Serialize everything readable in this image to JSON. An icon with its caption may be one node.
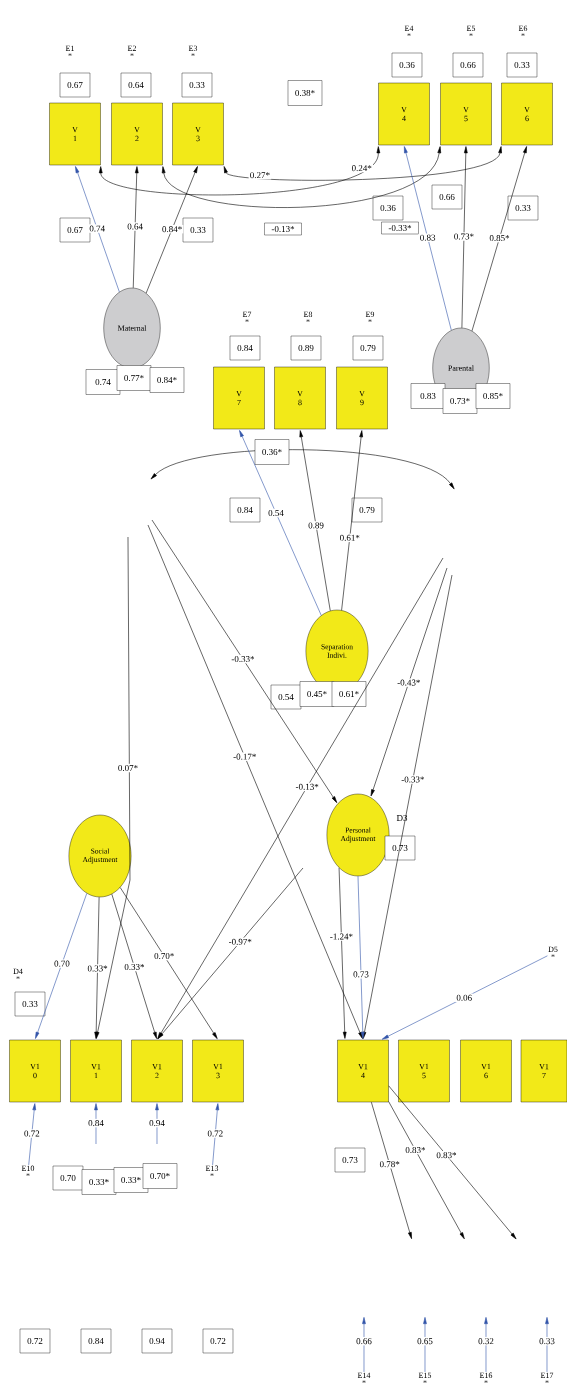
{
  "diagram": {
    "nodes": [
      {
        "text": [
          "E1",
          "*"
        ]
      },
      {
        "text": [
          "E2",
          "*"
        ]
      },
      {
        "text": [
          "E3",
          "*"
        ]
      },
      {
        "text": [
          "E4",
          "*"
        ]
      },
      {
        "text": [
          "E5",
          "*"
        ]
      },
      {
        "text": [
          "E6",
          "*"
        ]
      },
      {
        "text": [
          "0.67"
        ]
      },
      {
        "text": [
          "0.64"
        ]
      },
      {
        "text": [
          "0.33"
        ]
      },
      {
        "text": [
          "0.36"
        ]
      },
      {
        "text": [
          "0.66"
        ]
      },
      {
        "text": [
          "0.33"
        ]
      },
      {
        "text": [
          "V 1"
        ]
      },
      {
        "text": [
          "V 2"
        ]
      },
      {
        "text": [
          "V 3"
        ]
      },
      {
        "text": [
          "V 4"
        ]
      },
      {
        "text": [
          "V 5"
        ]
      },
      {
        "text": [
          "V 6"
        ]
      },
      {
        "text": [
          "0.38*"
        ]
      },
      {
        "text": [
          "0.67"
        ]
      },
      {
        "text": [
          "0.33"
        ]
      },
      {
        "text": [
          "-0.13*"
        ]
      },
      {
        "text": [
          "0.36"
        ]
      },
      {
        "text": [
          "0.66"
        ]
      },
      {
        "text": [
          "0.33"
        ]
      },
      {
        "text": [
          "-0.33*"
        ]
      },
      {
        "text": [
          "Maternal"
        ]
      },
      {
        "text": [
          "Parental"
        ]
      },
      {
        "text": [
          "0.74"
        ]
      },
      {
        "text": [
          "0.77*"
        ]
      },
      {
        "text": [
          "0.84*"
        ]
      },
      {
        "text": [
          "0.83"
        ]
      },
      {
        "text": [
          "0.73*"
        ]
      },
      {
        "text": [
          "0.85*"
        ]
      },
      {
        "text": [
          "E7",
          "*"
        ]
      },
      {
        "text": [
          "E8",
          "*"
        ]
      },
      {
        "text": [
          "E9",
          "*"
        ]
      },
      {
        "text": [
          "0.84"
        ]
      },
      {
        "text": [
          "0.89"
        ]
      },
      {
        "text": [
          "0.79"
        ]
      },
      {
        "text": [
          "V 7"
        ]
      },
      {
        "text": [
          "V 8"
        ]
      },
      {
        "text": [
          "V 9"
        ]
      },
      {
        "text": [
          "0.84"
        ]
      },
      {
        "text": [
          "0.79"
        ]
      },
      {
        "text": [
          "Separation Indivi."
        ]
      },
      {
        "text": [
          "0.54"
        ]
      },
      {
        "text": [
          "0.45*"
        ]
      },
      {
        "text": [
          "0.61*"
        ]
      },
      {
        "text": [
          "Social Adjustment"
        ]
      },
      {
        "text": [
          "Personal Adjustment"
        ]
      },
      {
        "text": [
          "0.73"
        ]
      },
      {
        "text": [
          "D4",
          "*"
        ]
      },
      {
        "text": [
          "D5",
          "*"
        ]
      },
      {
        "text": [
          "0.33"
        ]
      },
      {
        "text": [
          "V1 0"
        ]
      },
      {
        "text": [
          "V1 1"
        ]
      },
      {
        "text": [
          "V1 2"
        ]
      },
      {
        "text": [
          "V1 3"
        ]
      },
      {
        "text": [
          "V1 4"
        ]
      },
      {
        "text": [
          "V1 5"
        ]
      },
      {
        "text": [
          "V1 6"
        ]
      },
      {
        "text": [
          "V1 7"
        ]
      },
      {
        "text": [
          "E10",
          "*"
        ]
      },
      {
        "text": [
          "E13",
          "*"
        ]
      },
      {
        "text": [
          "0.70"
        ]
      },
      {
        "text": [
          "0.33*"
        ]
      },
      {
        "text": [
          "0.33*"
        ]
      },
      {
        "text": [
          "0.70*"
        ]
      },
      {
        "text": [
          "0.73"
        ]
      },
      {
        "text": [
          "0.72"
        ]
      },
      {
        "text": [
          "0.84"
        ]
      },
      {
        "text": [
          "0.94"
        ]
      },
      {
        "text": [
          "0.72"
        ]
      },
      {
        "text": [
          "E14",
          "*"
        ]
      },
      {
        "text": [
          "E15",
          "*"
        ]
      },
      {
        "text": [
          "E16",
          "*"
        ]
      },
      {
        "text": [
          "E17",
          "*"
        ]
      },
      {
        "text": [
          "0.36*"
        ]
      }
    ],
    "edges": [
      {
        "from": 12,
        "to": 15,
        "arrow": "both",
        "label": "0.24*"
      },
      {
        "from": 13,
        "to": 16,
        "arrow": "both"
      },
      {
        "from": 14,
        "to": 17,
        "arrow": "both",
        "label": "0.27*"
      },
      {
        "from": 26,
        "to": 12,
        "arrow": "to",
        "label": "0.74",
        "color": "#3355aa"
      },
      {
        "from": 26,
        "to": 13,
        "arrow": "to",
        "label": "0.64"
      },
      {
        "from": 26,
        "to": 14,
        "arrow": "to",
        "label": "0.84*"
      },
      {
        "from": 27,
        "to": 15,
        "arrow": "to",
        "label": "0.83",
        "color": "#3355aa"
      },
      {
        "from": 27,
        "to": 16,
        "arrow": "to",
        "label": "0.73*"
      },
      {
        "from": 27,
        "to": 17,
        "arrow": "to",
        "label": "0.85*"
      },
      {
        "from": 45,
        "to": 40,
        "arrow": "to",
        "label": "0.54",
        "color": "#3355aa"
      },
      {
        "from": 45,
        "to": 41,
        "arrow": "to",
        "label": "0.89"
      },
      {
        "from": 45,
        "to": 42,
        "arrow": "to",
        "label": "0.61*"
      },
      {
        "from": null,
        "to": 56,
        "arrow": "to",
        "label": "0.07*"
      },
      {
        "from": null,
        "to": 59,
        "arrow": "to",
        "label": "-0.17*"
      },
      {
        "from": null,
        "to": 50,
        "arrow": "to",
        "label": "-0.33*"
      },
      {
        "from": null,
        "to": 57,
        "arrow": "to",
        "label": "-0.13*"
      },
      {
        "from": null,
        "to": 50,
        "arrow": "to",
        "label": "-0.43*"
      },
      {
        "from": null,
        "to": 59,
        "arrow": "to",
        "label": "-0.33*"
      },
      {
        "from": null,
        "to": 57,
        "arrow": "to",
        "label": "-0.97*"
      },
      {
        "from": 49,
        "to": 55,
        "arrow": "to",
        "label": "0.70",
        "color": "#3355aa"
      },
      {
        "from": 49,
        "to": 56,
        "arrow": "to",
        "label": "0.33*"
      },
      {
        "from": 49,
        "to": 57,
        "arrow": "to",
        "label": "0.33*"
      },
      {
        "from": 49,
        "to": 58,
        "arrow": "to",
        "label": "0.70*"
      },
      {
        "from": 50,
        "to": 59,
        "arrow": "to",
        "label": "0.73",
        "color": "#3355aa"
      },
      {
        "from": 50,
        "to": 59,
        "arrow": "to",
        "label": "-1.24*"
      },
      {
        "from": 53,
        "to": 59,
        "arrow": "to",
        "label": "0.06",
        "color": "#3355aa"
      },
      {
        "from": 63,
        "to": 55,
        "arrow": "to",
        "label": "0.72",
        "color": "#3355aa"
      },
      {
        "from": null,
        "to": 56,
        "arrow": "to",
        "label": "0.84",
        "color": "#3355aa"
      },
      {
        "from": null,
        "to": 57,
        "arrow": "to",
        "label": "0.94",
        "color": "#3355aa"
      },
      {
        "from": 64,
        "to": 58,
        "arrow": "to",
        "label": "0.72",
        "color": "#3355aa"
      },
      {
        "from": 59,
        "to": null,
        "arrow": "to",
        "label": "0.78*"
      },
      {
        "from": 59,
        "to": null,
        "arrow": "to",
        "label": "0.83*"
      },
      {
        "from": 59,
        "to": null,
        "arrow": "to",
        "label": "0.83*"
      },
      {
        "from": 74,
        "to": null,
        "arrow": "to",
        "label": "0.66",
        "color": "#3355aa"
      },
      {
        "from": 75,
        "to": null,
        "arrow": "to",
        "label": "0.65",
        "color": "#3355aa"
      },
      {
        "from": 76,
        "to": null,
        "arrow": "to",
        "label": "0.32",
        "color": "#3355aa"
      },
      {
        "from": 77,
        "to": null,
        "arrow": "to",
        "label": "0.33",
        "color": "#3355aa"
      }
    ],
    "labels": [
      "D3"
    ]
  }
}
